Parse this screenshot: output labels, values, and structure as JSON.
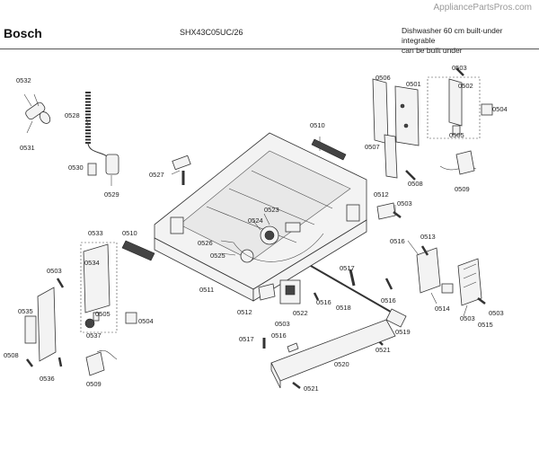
{
  "header": {
    "watermark": "AppliancePartsPros.com",
    "brand": "Bosch",
    "model": "SHX43C05UC/26",
    "description_line1": "Dishwasher 60 cm built-under integrable",
    "description_line2": "can be built under"
  },
  "diagram": {
    "labels": [
      "0532",
      "0531",
      "0528",
      "0530",
      "0529",
      "0527",
      "0510",
      "0506",
      "0503",
      "0501",
      "0502",
      "0504",
      "0505",
      "0507",
      "0508",
      "0509",
      "0512",
      "0503",
      "0523",
      "0524",
      "0526",
      "0525",
      "0533",
      "0510",
      "0503",
      "0534",
      "0505",
      "0537",
      "0504",
      "0535",
      "0508",
      "0536",
      "0509",
      "0511",
      "0516",
      "0513",
      "0517",
      "0516",
      "0512",
      "0503",
      "0516",
      "0522",
      "0518",
      "0514",
      "0503",
      "0515",
      "0503",
      "0519",
      "0517",
      "0516",
      "0521",
      "0520",
      "0521"
    ]
  }
}
